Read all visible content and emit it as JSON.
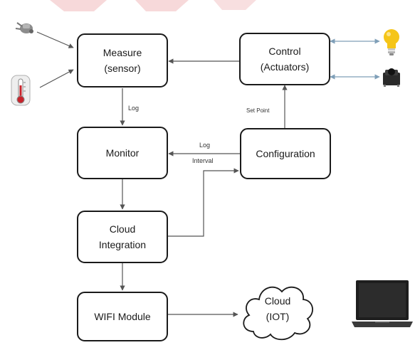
{
  "colors": {
    "box_border": "#1a1a1a",
    "arrow": "#555555",
    "feedback_arrow": "#7f9fb8",
    "watermark_accent": "#d9262e"
  },
  "blocks": {
    "measure": {
      "line1": "Measure",
      "line2": "(sensor)"
    },
    "control": {
      "line1": "Control",
      "line2": "(Actuators)"
    },
    "monitor": {
      "line1": "Monitor"
    },
    "configuration": {
      "line1": "Configuration"
    },
    "cloud_integration": {
      "line1": "Cloud",
      "line2": "Integration"
    },
    "wifi_module": {
      "line1": "WIFI Module"
    },
    "cloud_iot": {
      "line1": "Cloud",
      "line2": "(IOT)"
    }
  },
  "edge_labels": {
    "log": "Log",
    "set_point": "Set Point",
    "log_interval_line1": "Log",
    "log_interval_line2": "Interval"
  },
  "icons": [
    "motion-sensor-icon",
    "thermometer-icon",
    "light-bulb-icon",
    "push-button-icon",
    "laptop-icon"
  ]
}
